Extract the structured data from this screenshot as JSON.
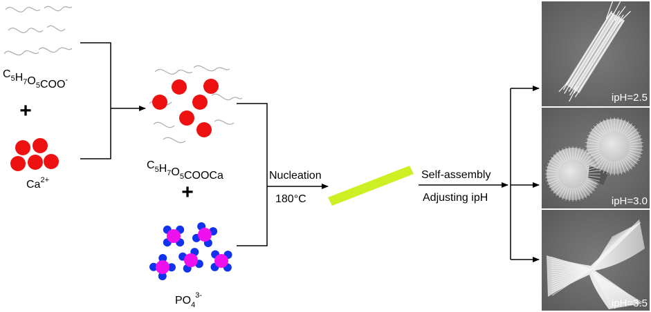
{
  "reactants": {
    "glucuronate": {
      "base": "C",
      "formula_parts": [
        [
          "C",
          "5"
        ],
        [
          "H",
          "7"
        ],
        [
          "O",
          "5"
        ],
        [
          "COO",
          ""
        ]
      ],
      "charge": "-"
    },
    "plus1": "+",
    "calcium": {
      "base": "Ca",
      "charge": "2+"
    }
  },
  "intermediate": {
    "complex": {
      "formula_parts": [
        [
          "C",
          "5"
        ],
        [
          "H",
          "7"
        ],
        [
          "O",
          "5"
        ],
        [
          "COOCa",
          ""
        ]
      ]
    },
    "plus2": "+",
    "phosphate": {
      "base": "PO",
      "sub": "4",
      "charge": "3-"
    }
  },
  "step1": {
    "top": "Nucleation",
    "bottom": "180°C"
  },
  "step2": {
    "top": "Self-assembly",
    "bottom": "Adjusting ipH"
  },
  "panels": [
    {
      "label": "ipH=2.5",
      "morphology": "bundle"
    },
    {
      "label": "ipH=3.0",
      "morphology": "dumbbell-spheres"
    },
    {
      "label": "ipH=3.5",
      "morphology": "bowtie"
    }
  ],
  "colors": {
    "calcium_ion": "#ee1111",
    "phosphorus_center": "#ee11ee",
    "oxygen_atom": "#1133ee",
    "hap_rod": "#ccf024",
    "polymer_chain": "#b0b0b0",
    "sem_background": "#6f6f6f"
  }
}
